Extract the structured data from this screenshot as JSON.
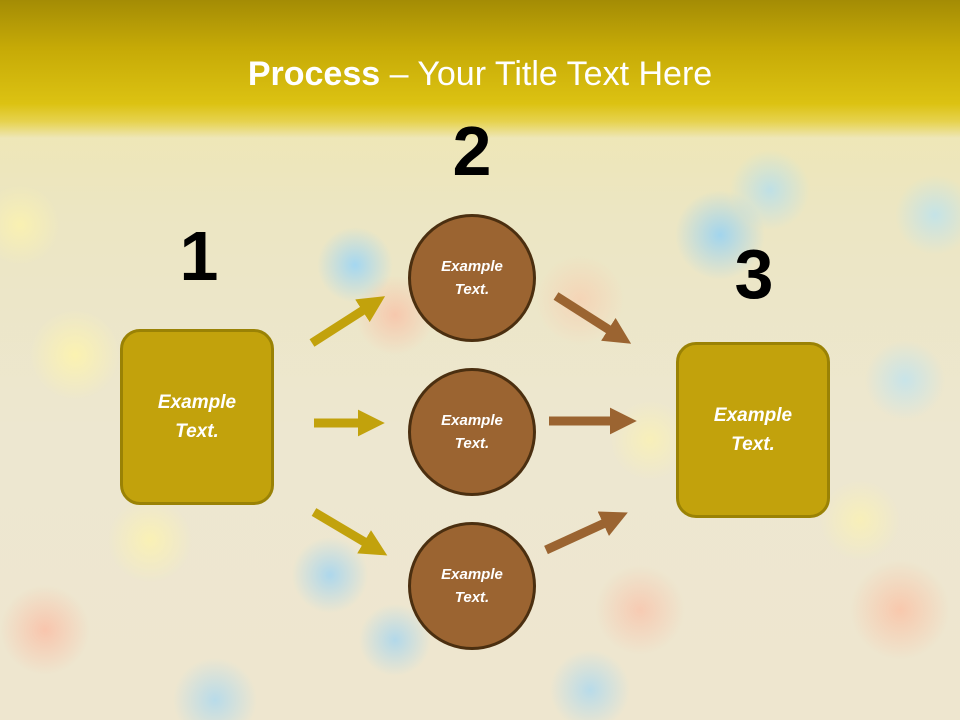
{
  "title": {
    "bold": "Process",
    "rest": " – Your Title Text Here"
  },
  "steps": [
    {
      "number": "1",
      "text": "Example Text."
    },
    {
      "number": "2",
      "items": [
        {
          "text": "Example Text."
        },
        {
          "text": "Example Text."
        },
        {
          "text": "Example Text."
        }
      ]
    },
    {
      "number": "3",
      "text": "Example Text."
    }
  ],
  "colors": {
    "title_band": "#c6aa06",
    "box_fill": "#c2a20c",
    "circle_fill": "#9b6431",
    "arrow_gold": "#c2a20c",
    "arrow_brown": "#9b6431"
  }
}
